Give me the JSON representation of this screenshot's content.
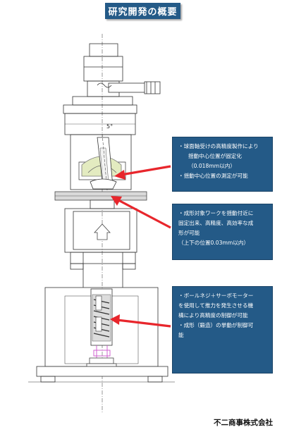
{
  "title": "研究開発の概要",
  "angle_label": "5°",
  "notes": [
    {
      "lines": [
        "・球面軸受けの高精度製作により",
        "揺動中心位置が固定化",
        "（0.018mm以内）",
        "・揺動中心位置の測定が可能"
      ]
    },
    {
      "lines": [
        "・成形対象ワークを揺動付近に",
        "固定出来、高精度、高効率な成",
        "形が可能",
        "（上下の位置0.03mm以内）"
      ]
    },
    {
      "lines": [
        "・ボールネジ＋サーボモーター",
        "を使用して推力を発生させる機",
        "構により高精度の制御が可能",
        "・成形（鍛造）の挙動が制御可",
        "能"
      ]
    }
  ],
  "company": "不二商事株式会社",
  "colors": {
    "note_bg": "#245a87",
    "arrow": "#e8262c",
    "line": "#333333",
    "pink": "#cc55cc"
  }
}
